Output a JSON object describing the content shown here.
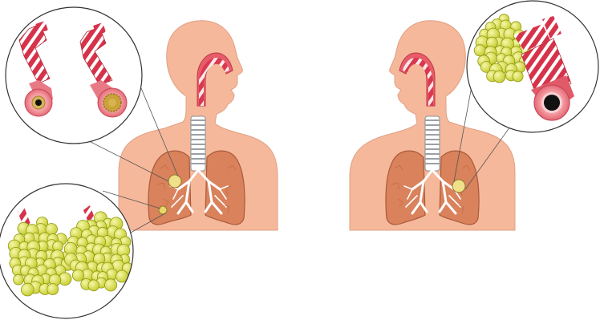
{
  "figure": {
    "background": "#ffffff",
    "colors": {
      "skin": "#f6b89a",
      "skin_outline": "#d48e72",
      "lung": "#d9825c",
      "lung_outline": "#a85a3a",
      "bronchi": "#ffffff",
      "trachea_ring": "#9aa0a6",
      "airway_red": "#d6334a",
      "airway_stripe": "#ffffff",
      "alveoli": "#dfe34e",
      "alveoli_outline": "#8f9a12",
      "mucus": "#c9a23a",
      "lumen": "#111111",
      "wall_pink": "#f08a94",
      "leader_line": "#444444"
    },
    "figures": [
      {
        "name": "left-torso",
        "callouts": [
          {
            "name": "bronchi-callout",
            "content": [
              "narrowed-airway-cross-section",
              "mucus-filled-airway-cross-section"
            ]
          },
          {
            "name": "alveoli-callout",
            "content": [
              "alveoli-cluster",
              "alveoli-cluster"
            ]
          }
        ]
      },
      {
        "name": "right-torso",
        "callouts": [
          {
            "name": "healthy-callout",
            "content": [
              "alveoli-cluster",
              "open-airway-cross-section"
            ]
          }
        ]
      }
    ]
  }
}
